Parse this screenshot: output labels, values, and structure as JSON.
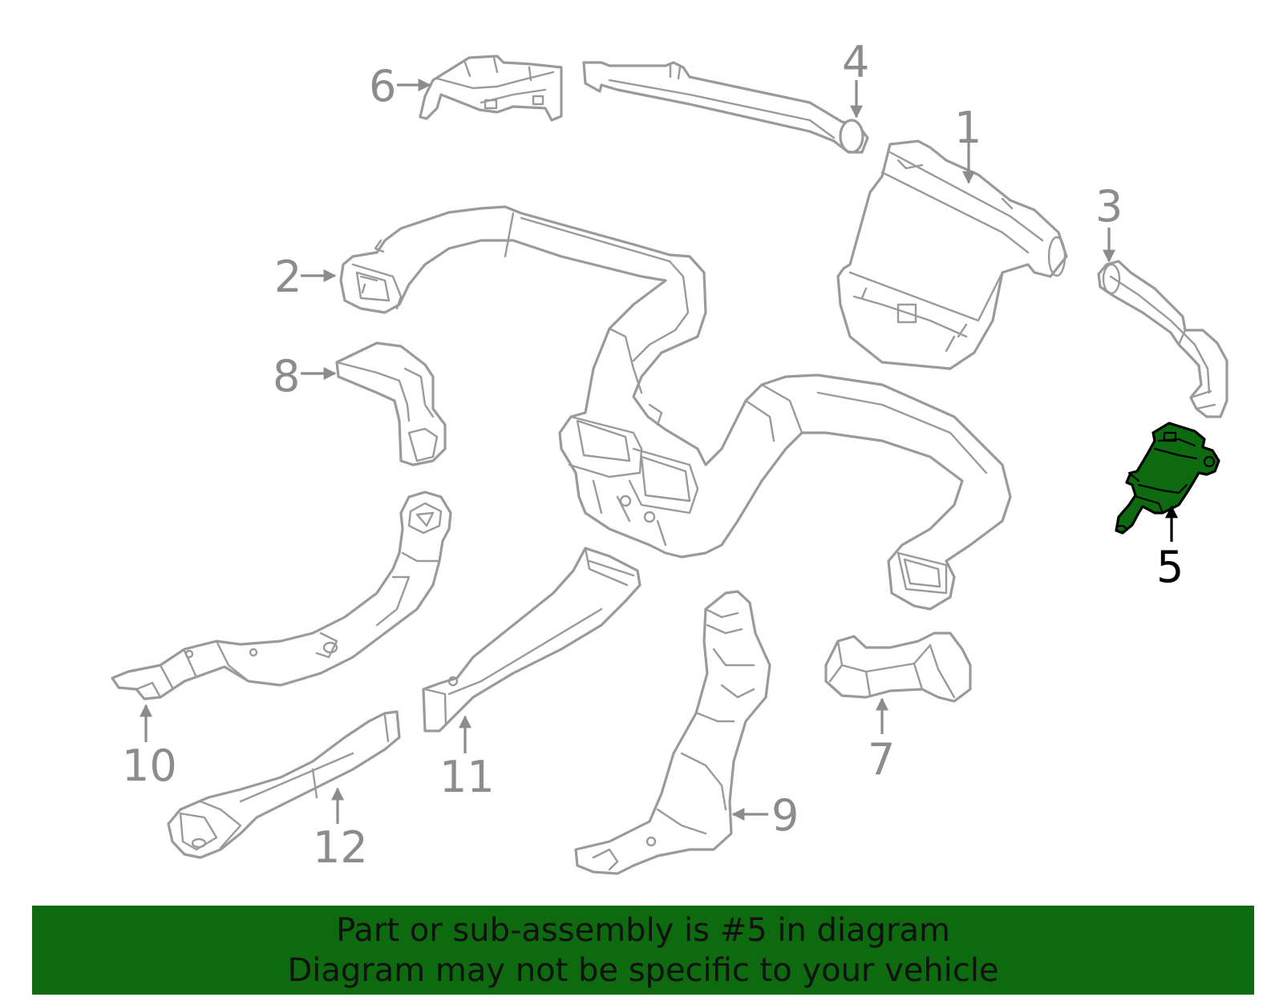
{
  "colors": {
    "outline": "#9a9a9a",
    "highlight_fill": "#0e6a0e",
    "highlight_stroke": "#000000",
    "banner_bg": "#0e6a0e",
    "banner_text": "#111111"
  },
  "callouts": {
    "c1": "1",
    "c2": "2",
    "c3": "3",
    "c4": "4",
    "c5": "5",
    "c6": "6",
    "c7": "7",
    "c8": "8",
    "c9": "9",
    "c10": "10",
    "c11": "11",
    "c12": "12"
  },
  "selected_part": "5",
  "banner": {
    "line1": "Part or sub-assembly is #5 in diagram",
    "line2": "Diagram may not be specific to your vehicle"
  }
}
